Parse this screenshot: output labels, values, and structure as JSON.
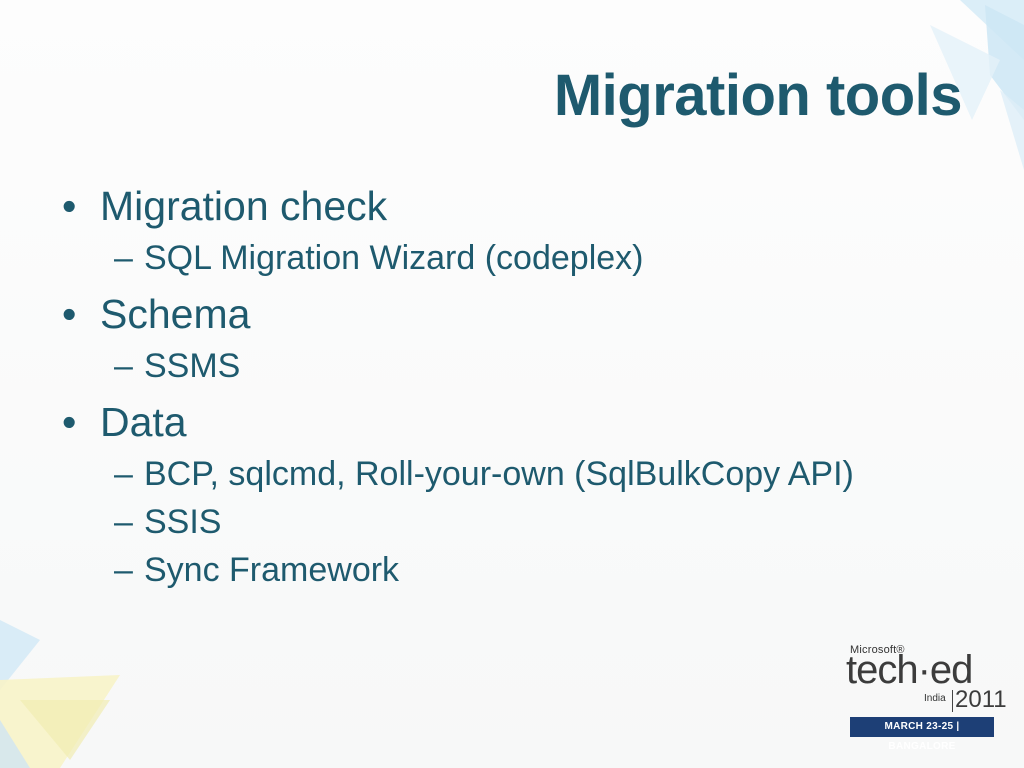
{
  "slide": {
    "title": "Migration tools",
    "bullets": [
      {
        "text": "Migration check",
        "sub": [
          "SQL Migration Wizard (codeplex)"
        ]
      },
      {
        "text": "Schema",
        "sub": [
          "SSMS"
        ]
      },
      {
        "text": "Data",
        "sub": [
          "BCP, sqlcmd, Roll-your-own (SqlBulkCopy API)",
          "SSIS",
          "Sync Framework"
        ]
      }
    ],
    "bullet_glyph": "•",
    "dash_glyph": "–"
  },
  "logo": {
    "brand": "Microsoft®",
    "wordmark": "tech·ed",
    "region": "India",
    "year": "2011",
    "event_bar": "MARCH 23-25  |  BANGALORE"
  },
  "colors": {
    "title_text": "#1e5a6e",
    "body_text": "#1e5a6e",
    "accent_light_blue": "#cfe8f5",
    "accent_light_yellow": "#f6f2c2",
    "logo_bar": "#1d3f76"
  }
}
